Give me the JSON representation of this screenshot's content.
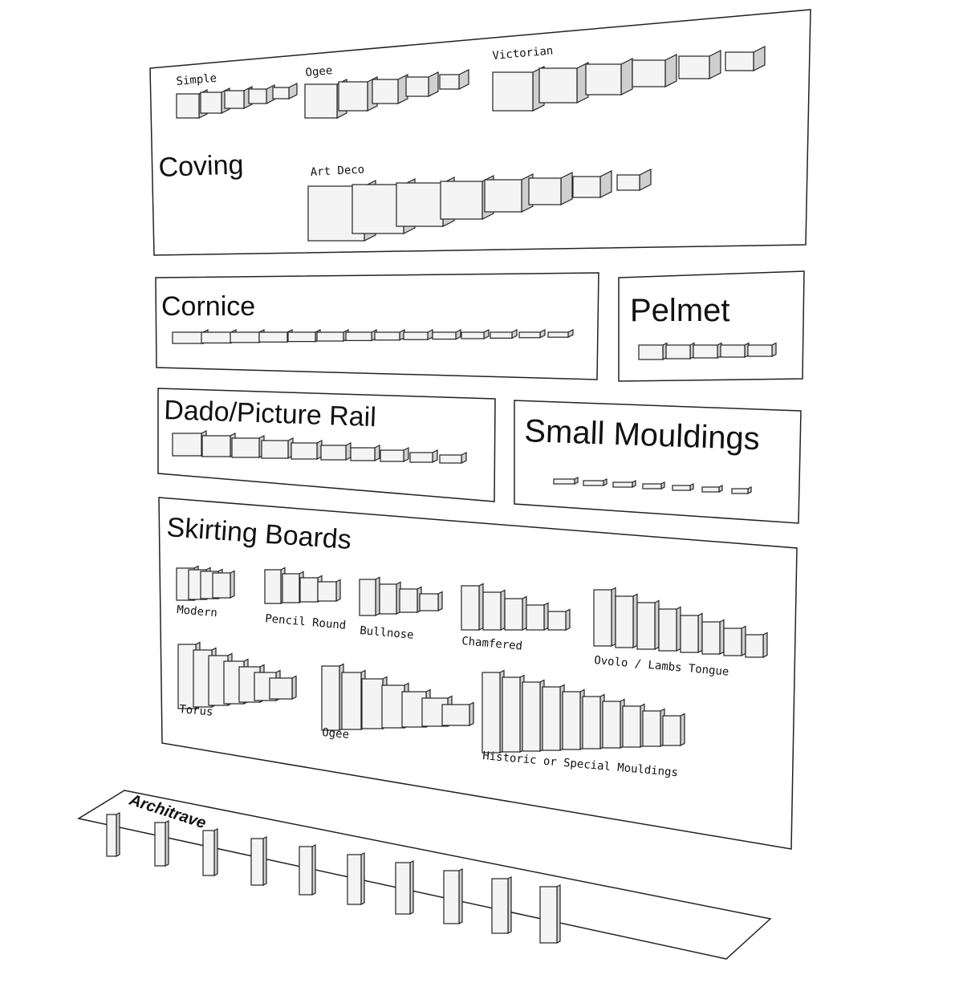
{
  "coving": {
    "title": "Coving",
    "groups": [
      "Simple",
      "Ogee",
      "Victorian",
      "Art Deco"
    ]
  },
  "cornice": {
    "title": "Cornice"
  },
  "pelmet": {
    "title": "Pelmet"
  },
  "dado": {
    "title": "Dado/Picture Rail"
  },
  "small_mouldings": {
    "title": "Small Mouldings"
  },
  "skirting": {
    "title": "Skirting Boards",
    "groups": [
      "Modern",
      "Pencil Round",
      "Bullnose",
      "Chamfered",
      "Ovolo / Lambs Tongue",
      "Torus",
      "Ogee",
      "Historic or Special Mouldings"
    ]
  },
  "architrave": {
    "title": "Architrave"
  }
}
